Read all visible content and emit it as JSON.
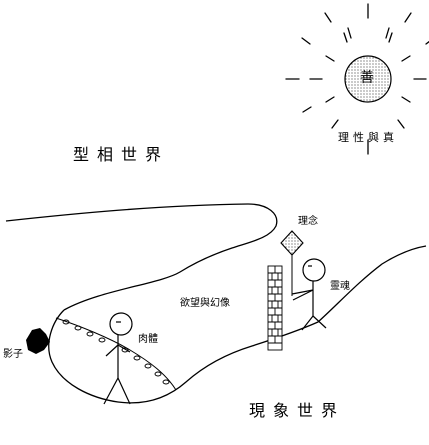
{
  "labels": {
    "world_of_forms": "型相世界",
    "phenomenal_world": "現象世界",
    "goodness": "善",
    "reason_truth": "理性與真",
    "idea": "理念",
    "soul": "靈魂",
    "body": "肉體",
    "desire_illusion": "欲望與幻像",
    "shadow": "影子"
  },
  "icons": {
    "sun": "sun-icon",
    "idea_kite": "diamond-kite-icon",
    "brick_wall": "brick-wall-icon",
    "shadow_blob": "shadow-blob-icon",
    "chains": "chain-icon"
  },
  "colors": {
    "ink": "#000000",
    "paper": "#ffffff"
  }
}
